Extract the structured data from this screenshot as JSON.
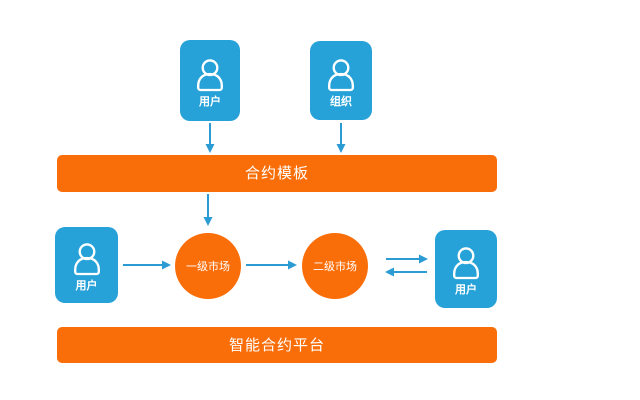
{
  "diagram": {
    "nodes": {
      "user_top": {
        "label": "用户",
        "type": "user"
      },
      "org_top": {
        "label": "组织",
        "type": "organization"
      },
      "user_left": {
        "label": "用户",
        "type": "user"
      },
      "user_right": {
        "label": "用户",
        "type": "user"
      }
    },
    "bars": {
      "contract_template": {
        "label": "合约模板"
      },
      "smart_contract_platform": {
        "label": "智能合约平台"
      }
    },
    "circles": {
      "primary_market": {
        "label": "一级市场"
      },
      "secondary_market": {
        "label": "二级市场"
      }
    },
    "edges": [
      {
        "from": "user_top",
        "to": "contract_template",
        "direction": "down"
      },
      {
        "from": "org_top",
        "to": "contract_template",
        "direction": "down"
      },
      {
        "from": "contract_template",
        "to": "primary_market",
        "direction": "down"
      },
      {
        "from": "user_left",
        "to": "primary_market",
        "direction": "right"
      },
      {
        "from": "primary_market",
        "to": "secondary_market",
        "direction": "right"
      },
      {
        "from": "secondary_market",
        "to": "user_right",
        "direction": "bidirectional"
      }
    ],
    "colors": {
      "orange": "#FA6E0A",
      "blue": "#26A2D8",
      "arrow": "#2B9BD3",
      "background": "#FFFFFF"
    },
    "icons": {
      "person": "person-icon"
    }
  }
}
